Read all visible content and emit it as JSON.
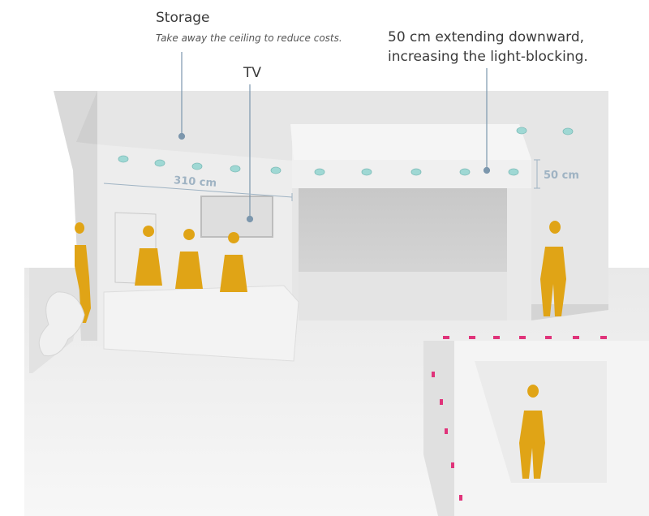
{
  "labels": {
    "storage": "Storage",
    "storage_note": "Take away the ceiling to reduce costs.",
    "tv": "TV",
    "light_note": "50 cm extending downward, increasing the light-blocking."
  },
  "dimensions": {
    "wall_width": "310 cm",
    "header_height": "50 cm"
  },
  "colors": {
    "figure": "#e0a416",
    "leader_line": "#7c97ad",
    "marker": "#e0337a",
    "lamp": "#9fd8d4"
  }
}
